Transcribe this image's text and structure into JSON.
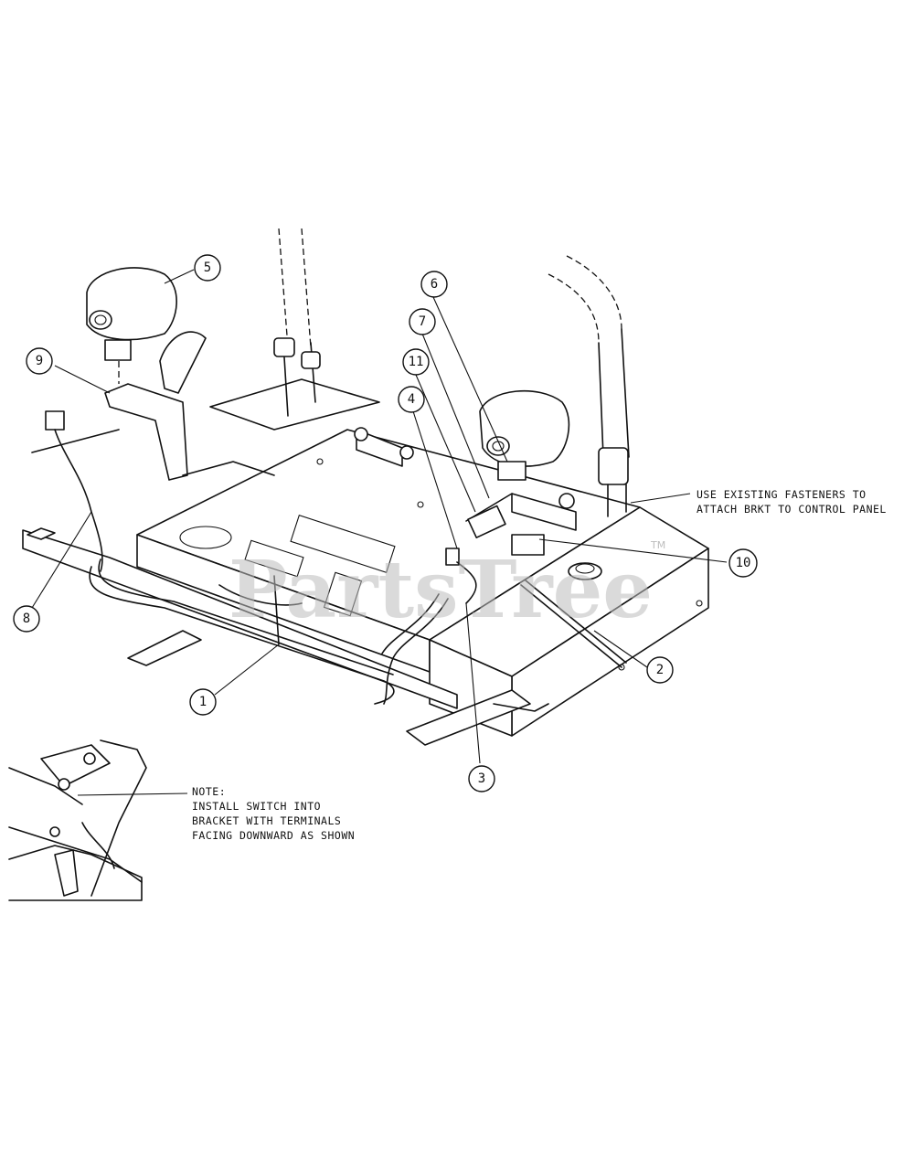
{
  "watermark": {
    "text": "PartsTree",
    "trademark": "TM"
  },
  "callouts": [
    {
      "id": "1",
      "label": "1"
    },
    {
      "id": "2",
      "label": "2"
    },
    {
      "id": "3",
      "label": "3"
    },
    {
      "id": "4",
      "label": "4"
    },
    {
      "id": "5",
      "label": "5"
    },
    {
      "id": "6",
      "label": "6"
    },
    {
      "id": "7",
      "label": "7"
    },
    {
      "id": "8",
      "label": "8"
    },
    {
      "id": "9",
      "label": "9"
    },
    {
      "id": "10",
      "label": "10"
    },
    {
      "id": "11",
      "label": "11"
    }
  ],
  "notes": {
    "fasteners": {
      "line1": "USE EXISTING FASTENERS TO",
      "line2": "ATTACH BRKT TO CONTROL PANEL"
    },
    "switch": {
      "line1": "NOTE:",
      "line2": "INSTALL SWITCH INTO",
      "line3": "BRACKET WITH TERMINALS",
      "line4": "FACING DOWNWARD AS SHOWN"
    }
  }
}
